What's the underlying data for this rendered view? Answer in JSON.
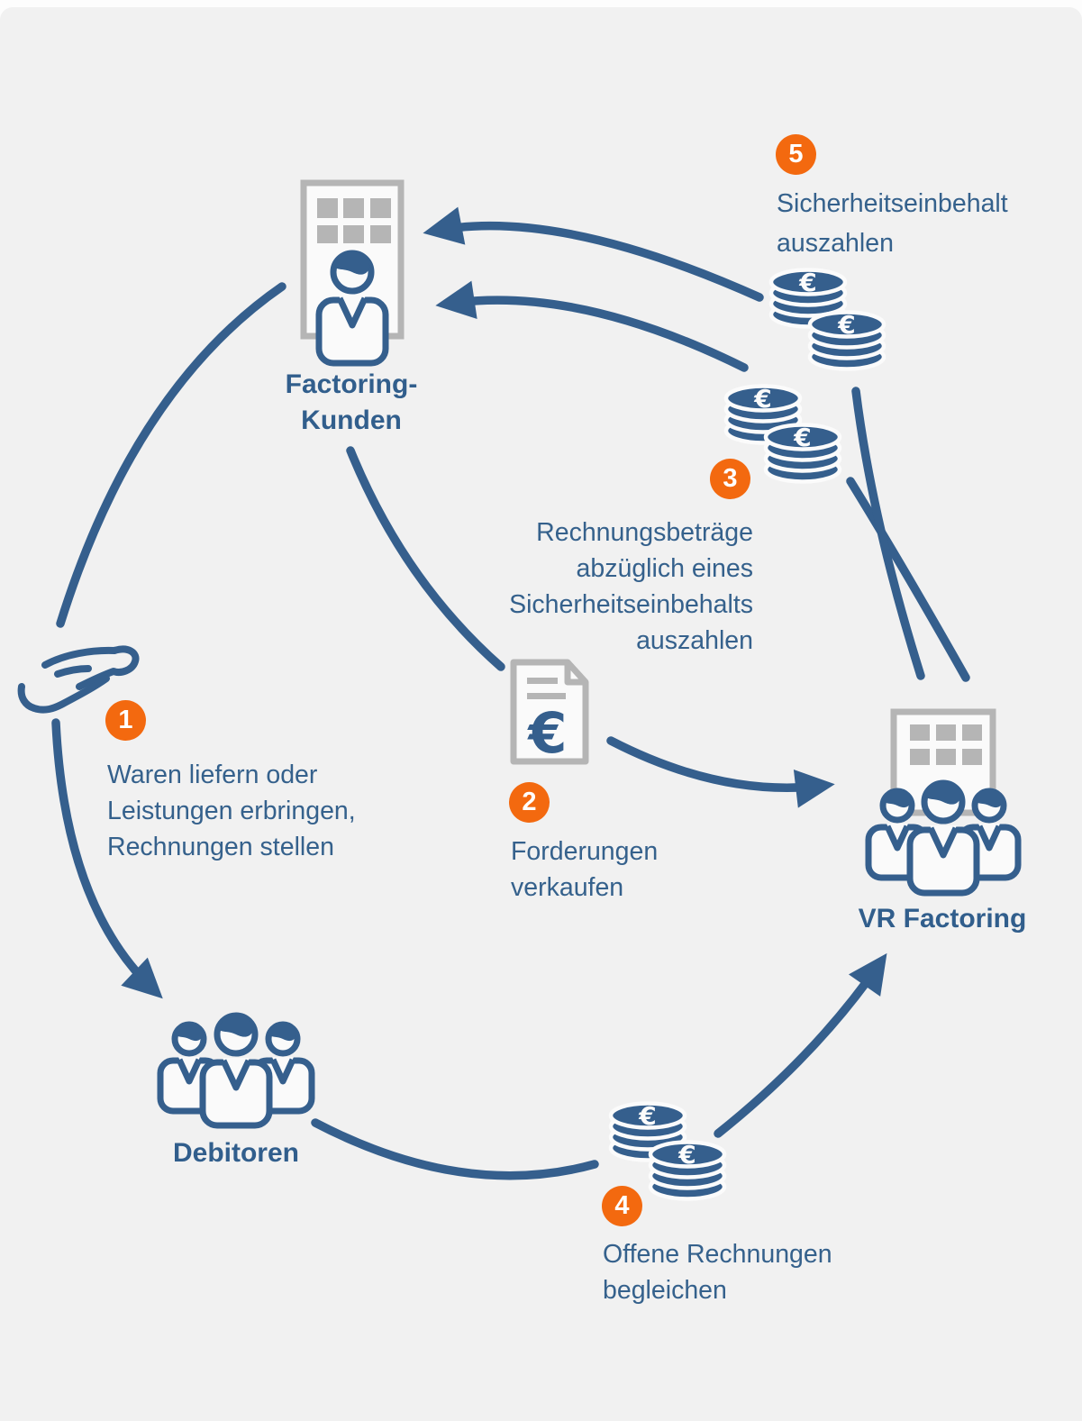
{
  "colors": {
    "background": "#F1F1F1",
    "blue": "#355F8D",
    "orange": "#F3690F",
    "gray": "#B5B5B5"
  },
  "entities": {
    "factoring_kunden": {
      "label_lines": [
        "Factoring-",
        "Kunden"
      ]
    },
    "debitoren": {
      "label": "Debitoren"
    },
    "vr_factoring": {
      "label": "VR Factoring"
    }
  },
  "steps": [
    {
      "number": "1",
      "lines": [
        "Waren liefern oder",
        "Leistungen erbringen,",
        "Rechnungen stellen"
      ]
    },
    {
      "number": "2",
      "lines": [
        "Forderungen",
        "verkaufen"
      ]
    },
    {
      "number": "3",
      "lines": [
        "Rechnungsbeträge",
        "abzüglich eines",
        "Sicherheitseinbehalts",
        "auszahlen"
      ]
    },
    {
      "number": "4",
      "lines": [
        "Offene Rechnungen",
        "begleichen"
      ]
    },
    {
      "number": "5",
      "lines": [
        "Sicherheitseinbehalt",
        "auszahlen"
      ]
    }
  ],
  "icons": {
    "euro_symbol": "€"
  }
}
